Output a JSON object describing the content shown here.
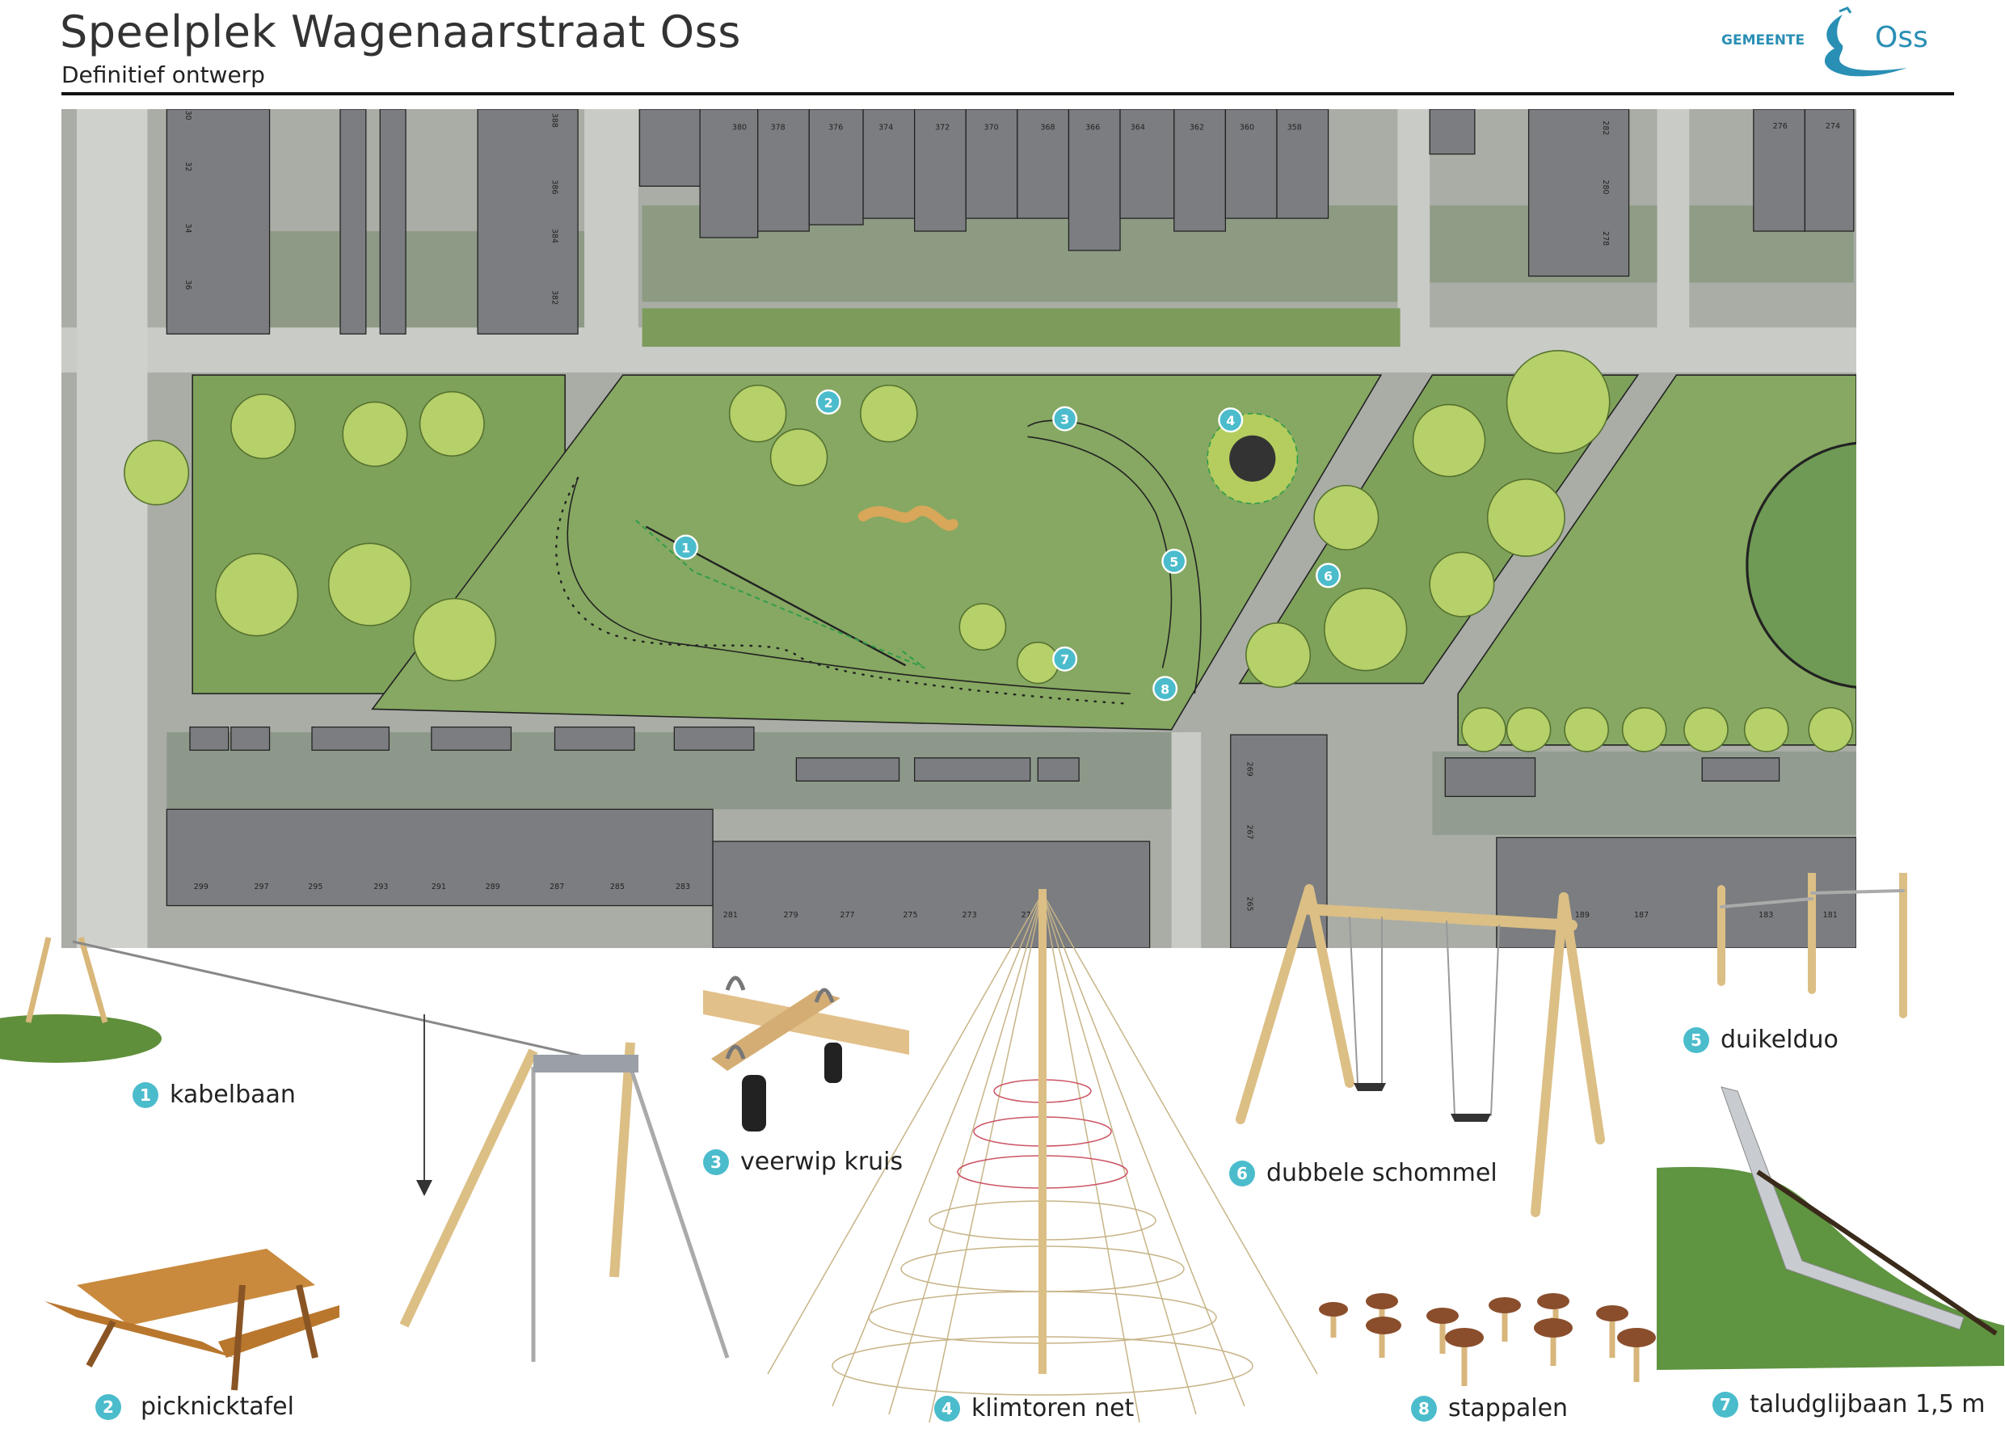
{
  "header": {
    "title": "Speelplek Wagenaarstraat Oss",
    "subtitle": "Definitief ontwerp"
  },
  "logo": {
    "prefix": "Gemeente",
    "name": "Oss",
    "color": "#2a8fb5"
  },
  "accent": "#4bbccc",
  "map": {
    "markers": [
      "1",
      "2",
      "3",
      "4",
      "5",
      "6",
      "7",
      "8"
    ],
    "house_numbers": {
      "top_row": [
        "380",
        "378",
        "376",
        "374",
        "372",
        "370",
        "368",
        "366",
        "364",
        "362",
        "360",
        "358"
      ],
      "top_left_block": [
        "388",
        "386",
        "384",
        "382"
      ],
      "top_far_left": [
        "30",
        "32",
        "34",
        "36"
      ],
      "top_right_block": [
        "282",
        "280",
        "278"
      ],
      "top_far_right": [
        "276",
        "274"
      ],
      "bottom_row": [
        "299",
        "297",
        "295",
        "293",
        "291",
        "289",
        "287",
        "285",
        "283",
        "281",
        "279",
        "277",
        "275",
        "273",
        "27"
      ],
      "bottom_middle": [
        "269",
        "267",
        "265"
      ],
      "bottom_right": [
        "189",
        "187",
        "183",
        "181"
      ]
    }
  },
  "legend": [
    {
      "num": "1",
      "label": "kabelbaan"
    },
    {
      "num": "2",
      "label": "picknicktafel"
    },
    {
      "num": "3",
      "label": "veerwip kruis"
    },
    {
      "num": "4",
      "label": "klimtoren net"
    },
    {
      "num": "5",
      "label": "duikelduo"
    },
    {
      "num": "6",
      "label": "dubbele schommel"
    },
    {
      "num": "7",
      "label": "taludglijbaan 1,5 m"
    },
    {
      "num": "8",
      "label": "stappalen"
    }
  ]
}
